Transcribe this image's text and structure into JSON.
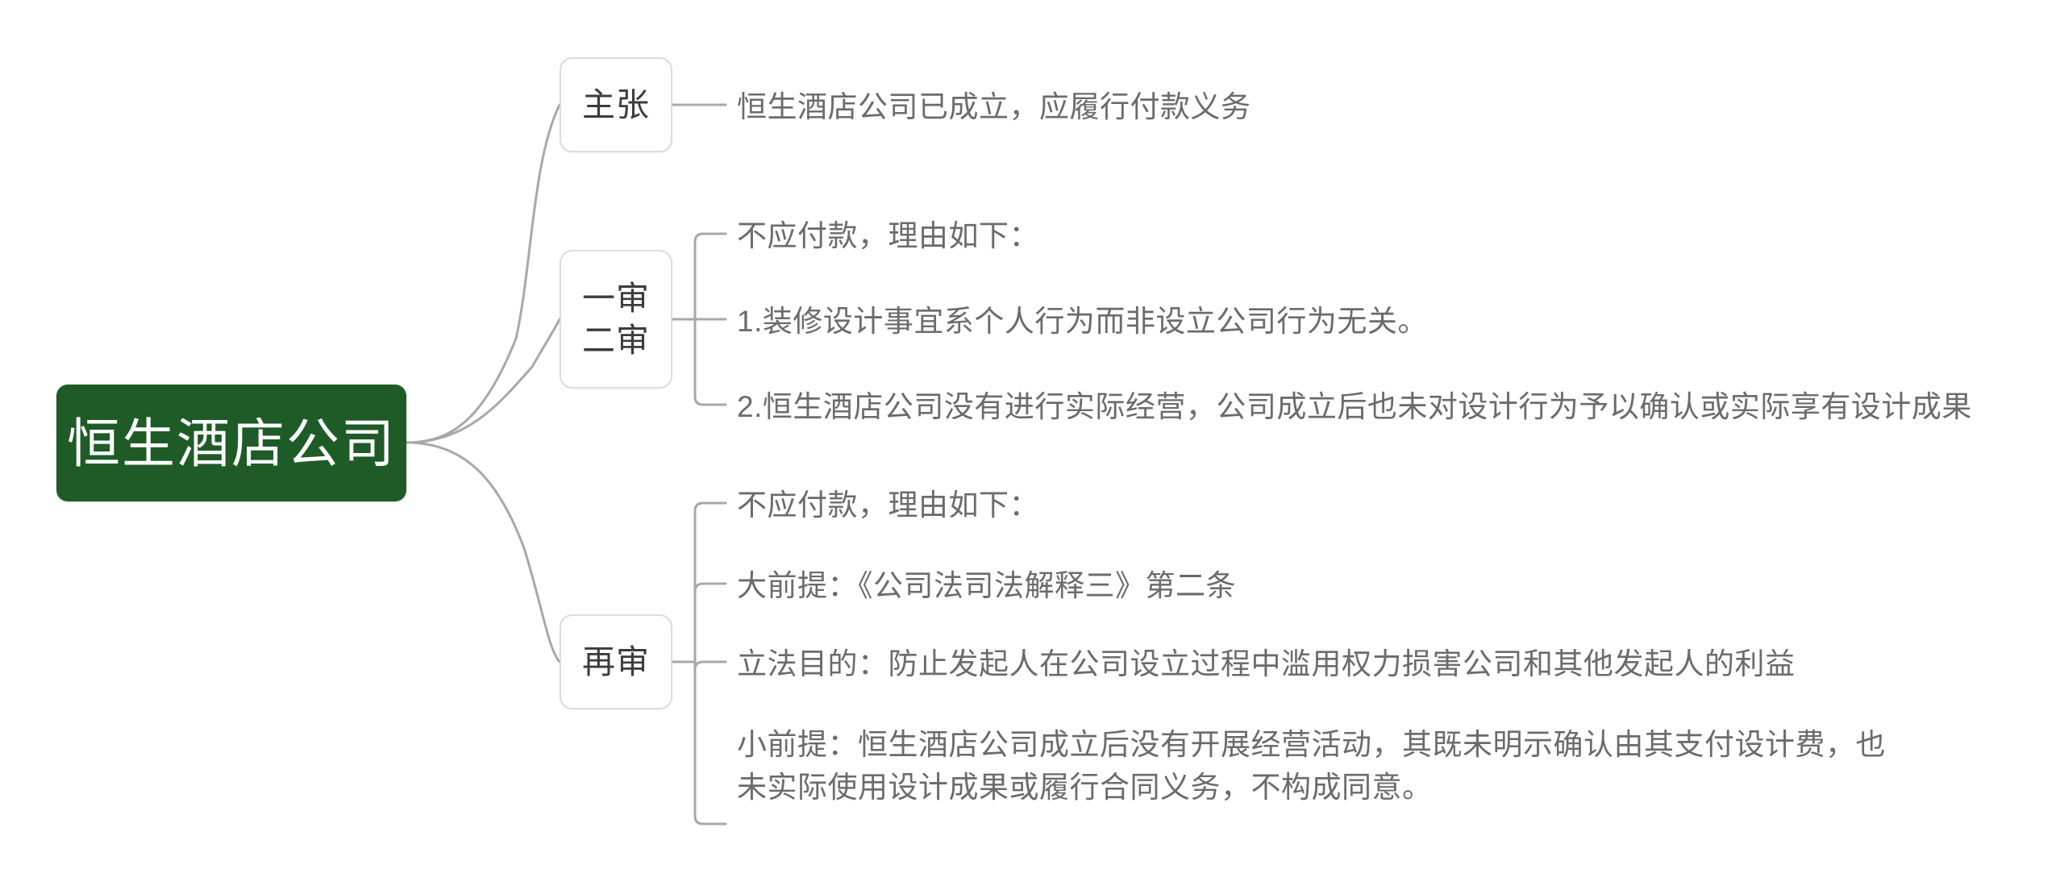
{
  "diagram": {
    "type": "mindmap",
    "orientation": "left-to-right",
    "root": {
      "label": "恒生酒店公司",
      "fill_color": "#1e5b27",
      "text_color": "#ffffff"
    },
    "node_border_color": "#dcdcdc",
    "connector_color": "#a8a8a8",
    "leaf_text_color": "#6b6b6b",
    "background_color": "#ffffff",
    "branches": [
      {
        "label": "主张",
        "leaves": [
          "恒生酒店公司已成立，应履行付款义务"
        ]
      },
      {
        "label": "一审\n二审",
        "leaves": [
          "不应付款，理由如下：",
          "1.装修设计事宜系个人行为而非设立公司行为无关。",
          "2.恒生酒店公司没有进行实际经营，公司成立后也未对设计行为予以确认或实际享有设计成果"
        ]
      },
      {
        "label": "再审",
        "leaves": [
          "不应付款，理由如下：",
          "大前提：《公司法司法解释三》第二条",
          "立法目的：防止发起人在公司设立过程中滥用权力损害公司和其他发起人的利益",
          "小前提：恒生酒店公司成立后没有开展经营活动，其既未明示确认由其支付设计费，也\n未实际使用设计成果或履行合同义务，不构成同意。"
        ]
      }
    ]
  }
}
